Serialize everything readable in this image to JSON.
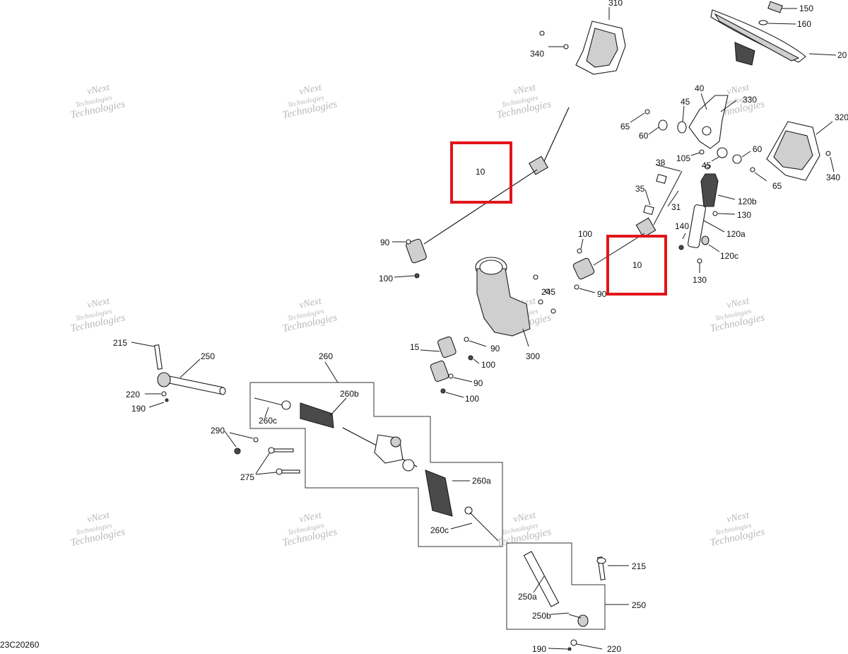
{
  "diagram_code": "23C20260",
  "highlight_color": "#e0161b",
  "watermark": {
    "line1": "vNext",
    "line2": "Technologies",
    "line3": "Technologies"
  },
  "callouts": {
    "c310": "310",
    "c150": "150",
    "c160": "160",
    "c20": "20",
    "c340a": "340",
    "c40": "40",
    "c330": "330",
    "c45a": "45",
    "c65a": "65",
    "c60a": "60",
    "c320": "320",
    "c105": "105",
    "c45b": "45",
    "c60b": "60",
    "c340b": "340",
    "c65b": "65",
    "c10a": "10",
    "c38": "38",
    "c35": "35",
    "c31": "31",
    "c120b": "120b",
    "c130a": "130",
    "c140": "140",
    "c120a": "120a",
    "c100a": "100",
    "c10b": "10",
    "c120c": "120c",
    "c90a": "90",
    "c100b": "100",
    "c130b": "130",
    "c245": "245",
    "c90b": "90",
    "c15": "15",
    "c90c": "90",
    "c100c": "100",
    "c90d": "90",
    "c100d": "100",
    "c300": "300",
    "c215a": "215",
    "c250a": "250",
    "c220a": "220",
    "c190a": "190",
    "c260": "260",
    "c260b": "260b",
    "c260c_a": "260c",
    "c290": "290",
    "c275": "275",
    "c260a": "260a",
    "c260c_b": "260c",
    "c215b": "215",
    "c250b": "250",
    "c250a_lbl": "250a",
    "c250b_lbl": "250b",
    "c190b": "190",
    "c220b": "220"
  }
}
